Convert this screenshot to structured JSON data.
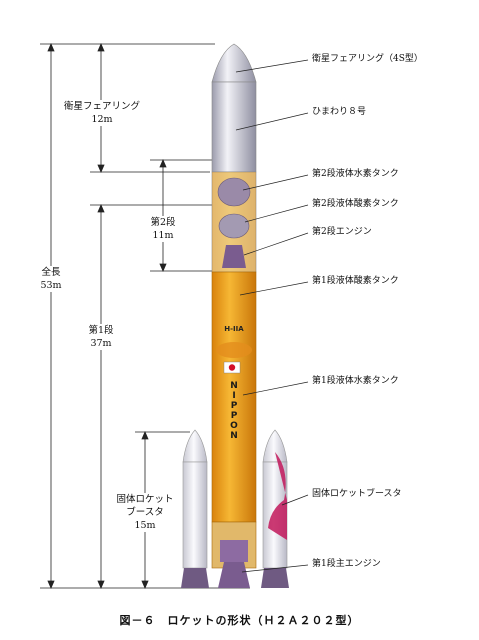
{
  "caption": "図－６　ロケットの形状（Ｈ２Ａ２０２型）",
  "rocket_marks": {
    "model": "H-IIA",
    "name_letters": [
      "N",
      "I",
      "P",
      "P",
      "O",
      "N"
    ]
  },
  "dimensions": {
    "total": {
      "name": "全長",
      "value": "53m"
    },
    "fairing": {
      "name": "衛星フェアリング",
      "value": "12m"
    },
    "stage2": {
      "name": "第2段",
      "value": "11m"
    },
    "stage1": {
      "name": "第1段",
      "value": "37m"
    },
    "srb": {
      "name_line1": "固体ロケット",
      "name_line2": "ブースタ",
      "value": "15m"
    }
  },
  "labels": [
    {
      "id": "fairing",
      "text": "衛星フェアリング（4S型）"
    },
    {
      "id": "himawari",
      "text": "ひまわり８号"
    },
    {
      "id": "lh2-2",
      "text": "第2段液体水素タンク"
    },
    {
      "id": "lox-2",
      "text": "第2段液体酸素タンク"
    },
    {
      "id": "engine-2",
      "text": "第2段エンジン"
    },
    {
      "id": "lox-1",
      "text": "第1段液体酸素タンク"
    },
    {
      "id": "lh2-1",
      "text": "第1段液体水素タンク"
    },
    {
      "id": "srb",
      "text": "固体ロケットブースタ"
    },
    {
      "id": "main-engine",
      "text": "第1段主エンジン"
    }
  ],
  "colors": {
    "fairing": "#c9c9d6",
    "stage_orange": "#f0a41c",
    "booster_white": "#ececf0",
    "engine_purple": "#7a5c8f",
    "accent_red": "#c2185b"
  }
}
